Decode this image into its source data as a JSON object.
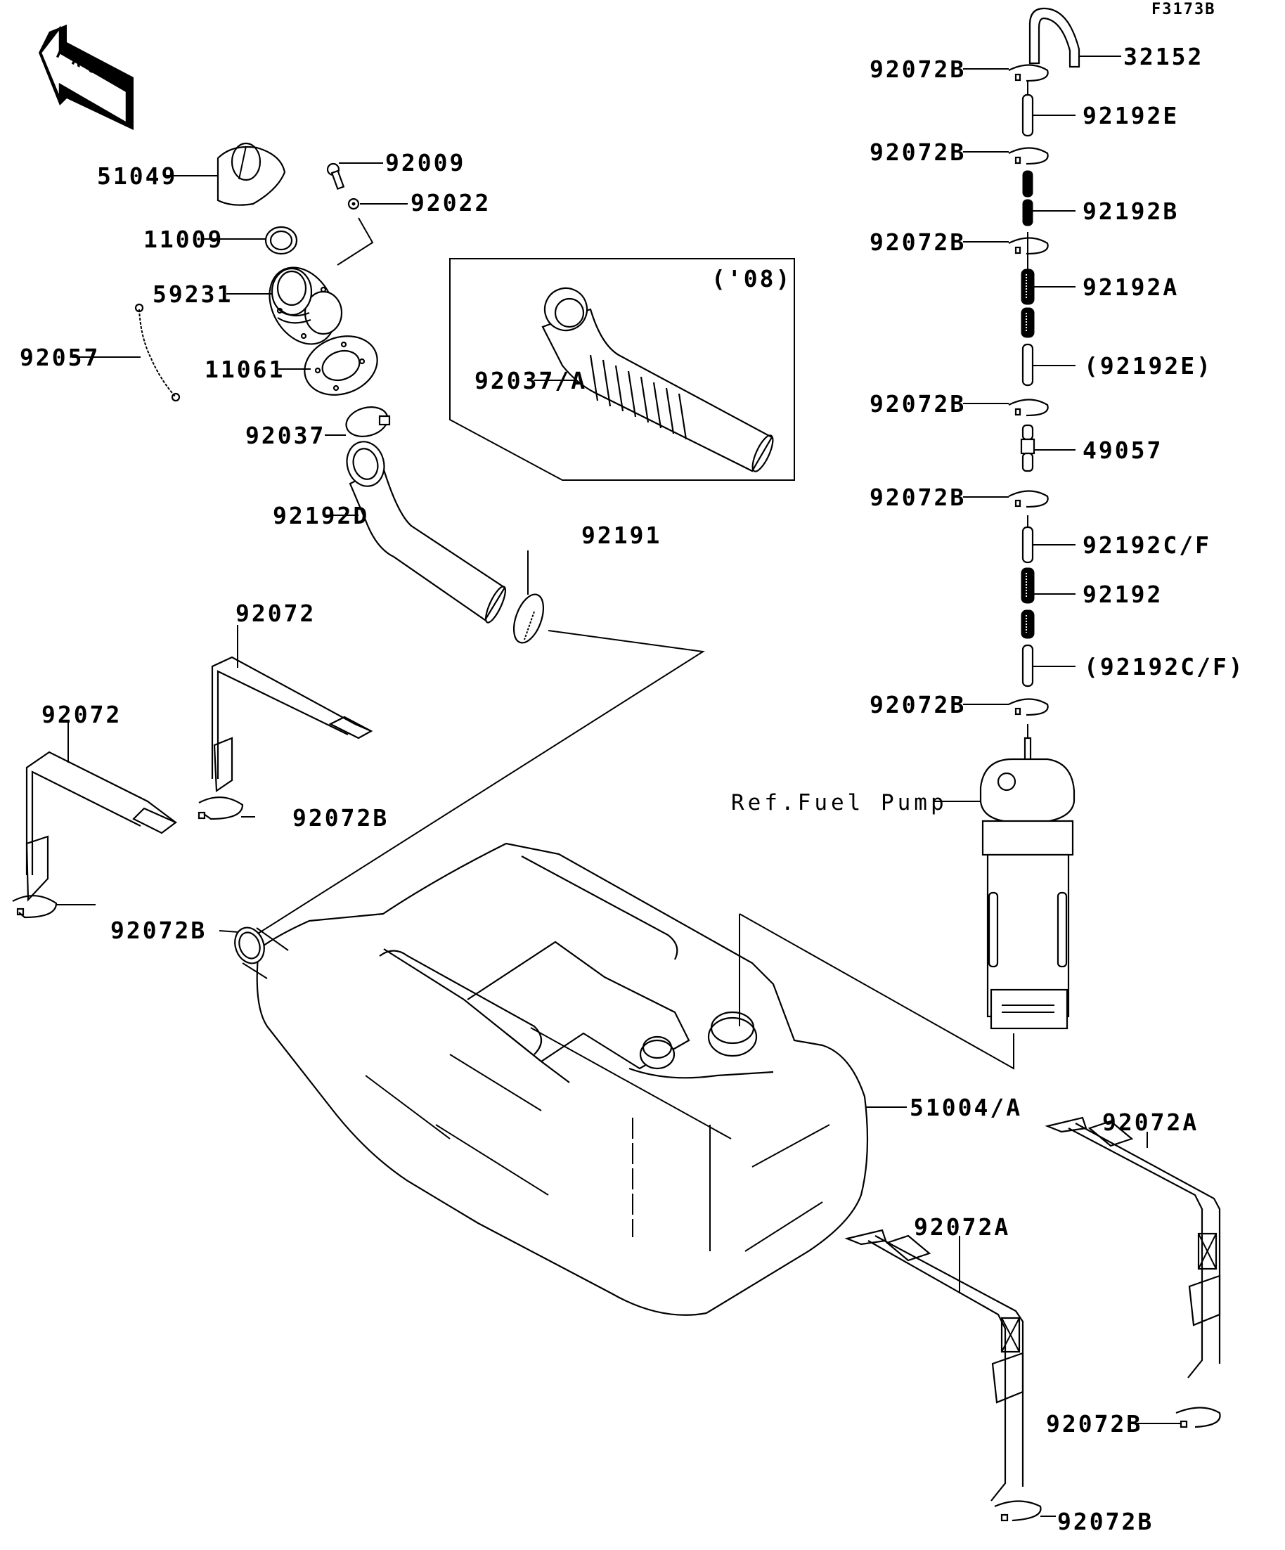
{
  "diagram": {
    "figure_code": "F3173B",
    "front_indicator": "FRONT",
    "inset_label": "('08)",
    "reference_label": "Ref.Fuel Pump",
    "callouts": [
      {
        "id": "c-51049",
        "text": "51049"
      },
      {
        "id": "c-92009",
        "text": "92009"
      },
      {
        "id": "c-92022",
        "text": "92022"
      },
      {
        "id": "c-11009",
        "text": "11009"
      },
      {
        "id": "c-59231",
        "text": "59231"
      },
      {
        "id": "c-92057",
        "text": "92057"
      },
      {
        "id": "c-11061",
        "text": "11061"
      },
      {
        "id": "c-92037",
        "text": "92037"
      },
      {
        "id": "c-92192D",
        "text": "92192D"
      },
      {
        "id": "c-92191",
        "text": "92191"
      },
      {
        "id": "c-92037A",
        "text": "92037/A"
      },
      {
        "id": "c-92072-upper",
        "text": "92072"
      },
      {
        "id": "c-92072-lower",
        "text": "92072"
      },
      {
        "id": "c-92072B-left1",
        "text": "92072B"
      },
      {
        "id": "c-92072B-left2",
        "text": "92072B"
      },
      {
        "id": "c-32152",
        "text": "32152"
      },
      {
        "id": "c-92072B-r1",
        "text": "92072B"
      },
      {
        "id": "c-92192E",
        "text": "92192E"
      },
      {
        "id": "c-92072B-r2",
        "text": "92072B"
      },
      {
        "id": "c-92192B",
        "text": "92192B"
      },
      {
        "id": "c-92072B-r3",
        "text": "92072B"
      },
      {
        "id": "c-92192A",
        "text": "92192A"
      },
      {
        "id": "c-92192E-paren",
        "text": "(92192E)"
      },
      {
        "id": "c-92072B-r4",
        "text": "92072B"
      },
      {
        "id": "c-49057",
        "text": "49057"
      },
      {
        "id": "c-92072B-r5",
        "text": "92072B"
      },
      {
        "id": "c-92192CF",
        "text": "92192C/F"
      },
      {
        "id": "c-92192",
        "text": "92192"
      },
      {
        "id": "c-92192CF-paren",
        "text": "(92192C/F)"
      },
      {
        "id": "c-92072B-r6",
        "text": "92072B"
      },
      {
        "id": "c-51004A",
        "text": "51004/A"
      },
      {
        "id": "c-92072A-right",
        "text": "92072A"
      },
      {
        "id": "c-92072A-mid",
        "text": "92072A"
      },
      {
        "id": "c-92072B-br1",
        "text": "92072B"
      },
      {
        "id": "c-92072B-br2",
        "text": "92072B"
      }
    ]
  }
}
